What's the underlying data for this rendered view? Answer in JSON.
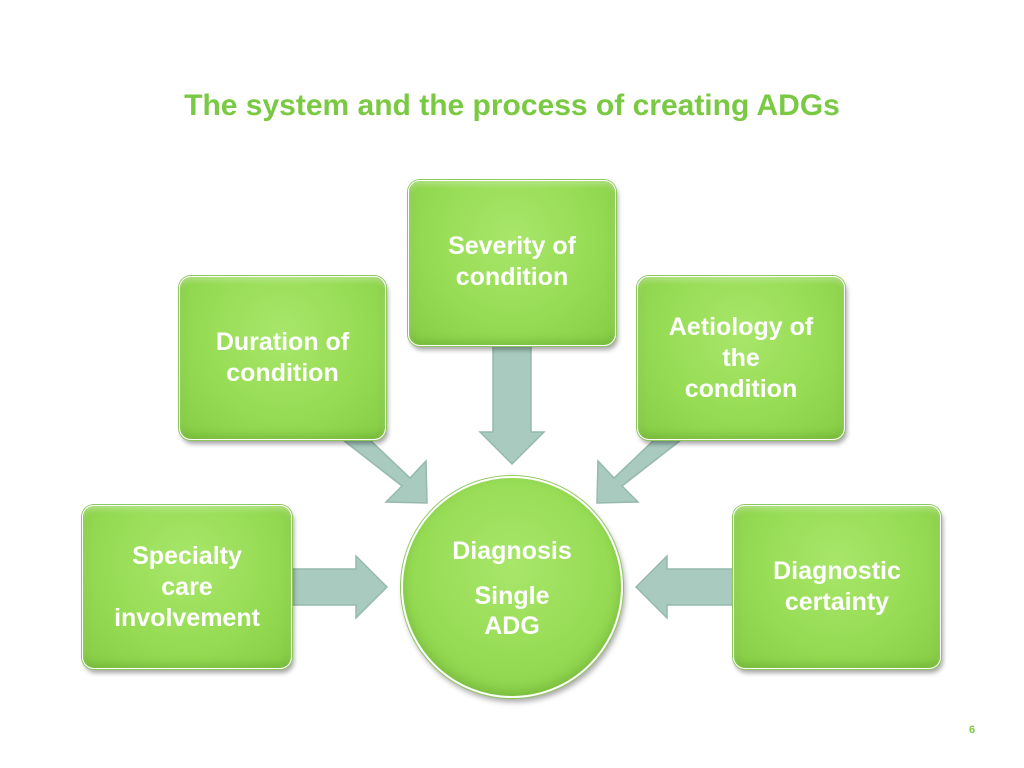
{
  "slide": {
    "title": "The system and the process of creating ADGs",
    "page_number": "6"
  },
  "center": {
    "line1": "Diagnosis",
    "line2": "Single\nADG"
  },
  "boxes": {
    "severity": "Severity of\ncondition",
    "duration": "Duration of\ncondition",
    "aetiology": "Aetiology of\nthe\ncondition",
    "specialty": "Specialty\ncare\ninvolvement",
    "certainty": "Diagnostic\ncertainty"
  },
  "colors": {
    "title": "#7ac943",
    "box_fill": "#97dc55",
    "box_text": "#ffffff",
    "arrow_fill": "#a7c9bd",
    "arrow_stroke": "#8fb5a8"
  }
}
